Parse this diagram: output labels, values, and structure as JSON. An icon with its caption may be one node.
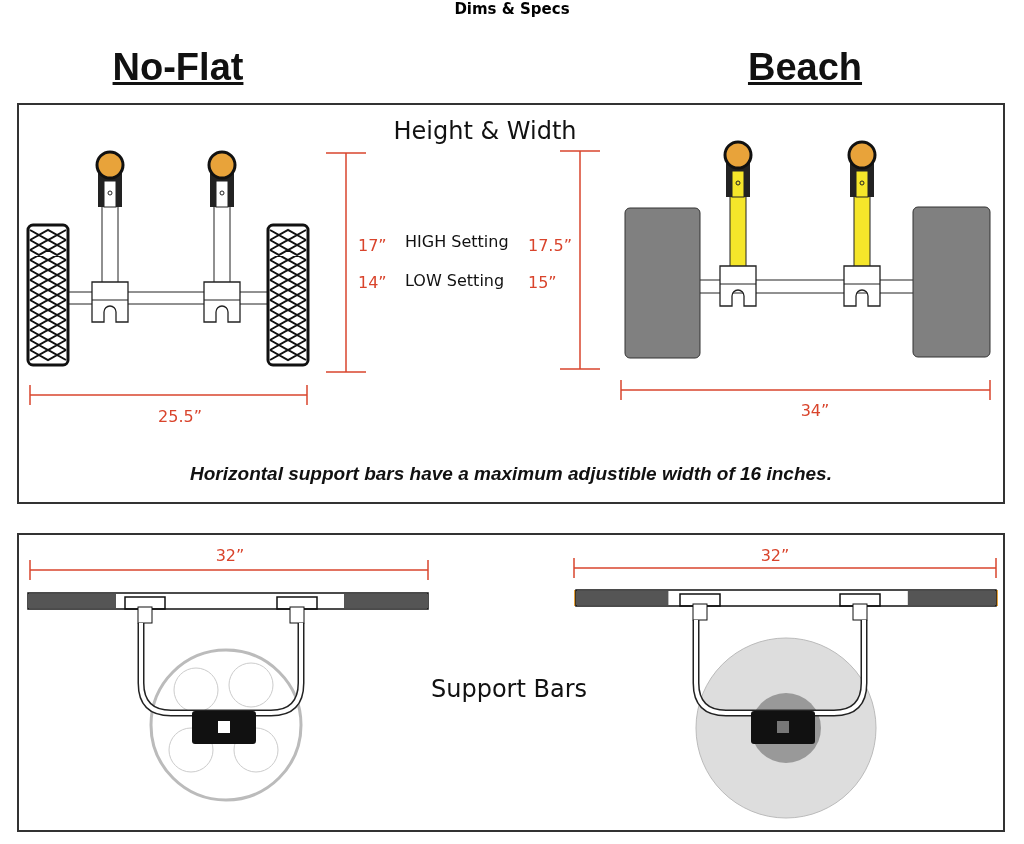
{
  "diagram": {
    "title": "Dims & Specs",
    "nodes": [
      {
        "text": [
          "Height & Width",
          "Horizontal support bars have a maximum adjustible width of 16 inches."
        ]
      },
      {
        "text": [
          "Support Bars"
        ]
      }
    ],
    "labels": [
      "No-Flat",
      "Beach",
      "17”",
      "HIGH Setting",
      "17.5”",
      "14”",
      "LOW Setting",
      "15”",
      "25.5”",
      "34”",
      "32”",
      "32”"
    ]
  }
}
